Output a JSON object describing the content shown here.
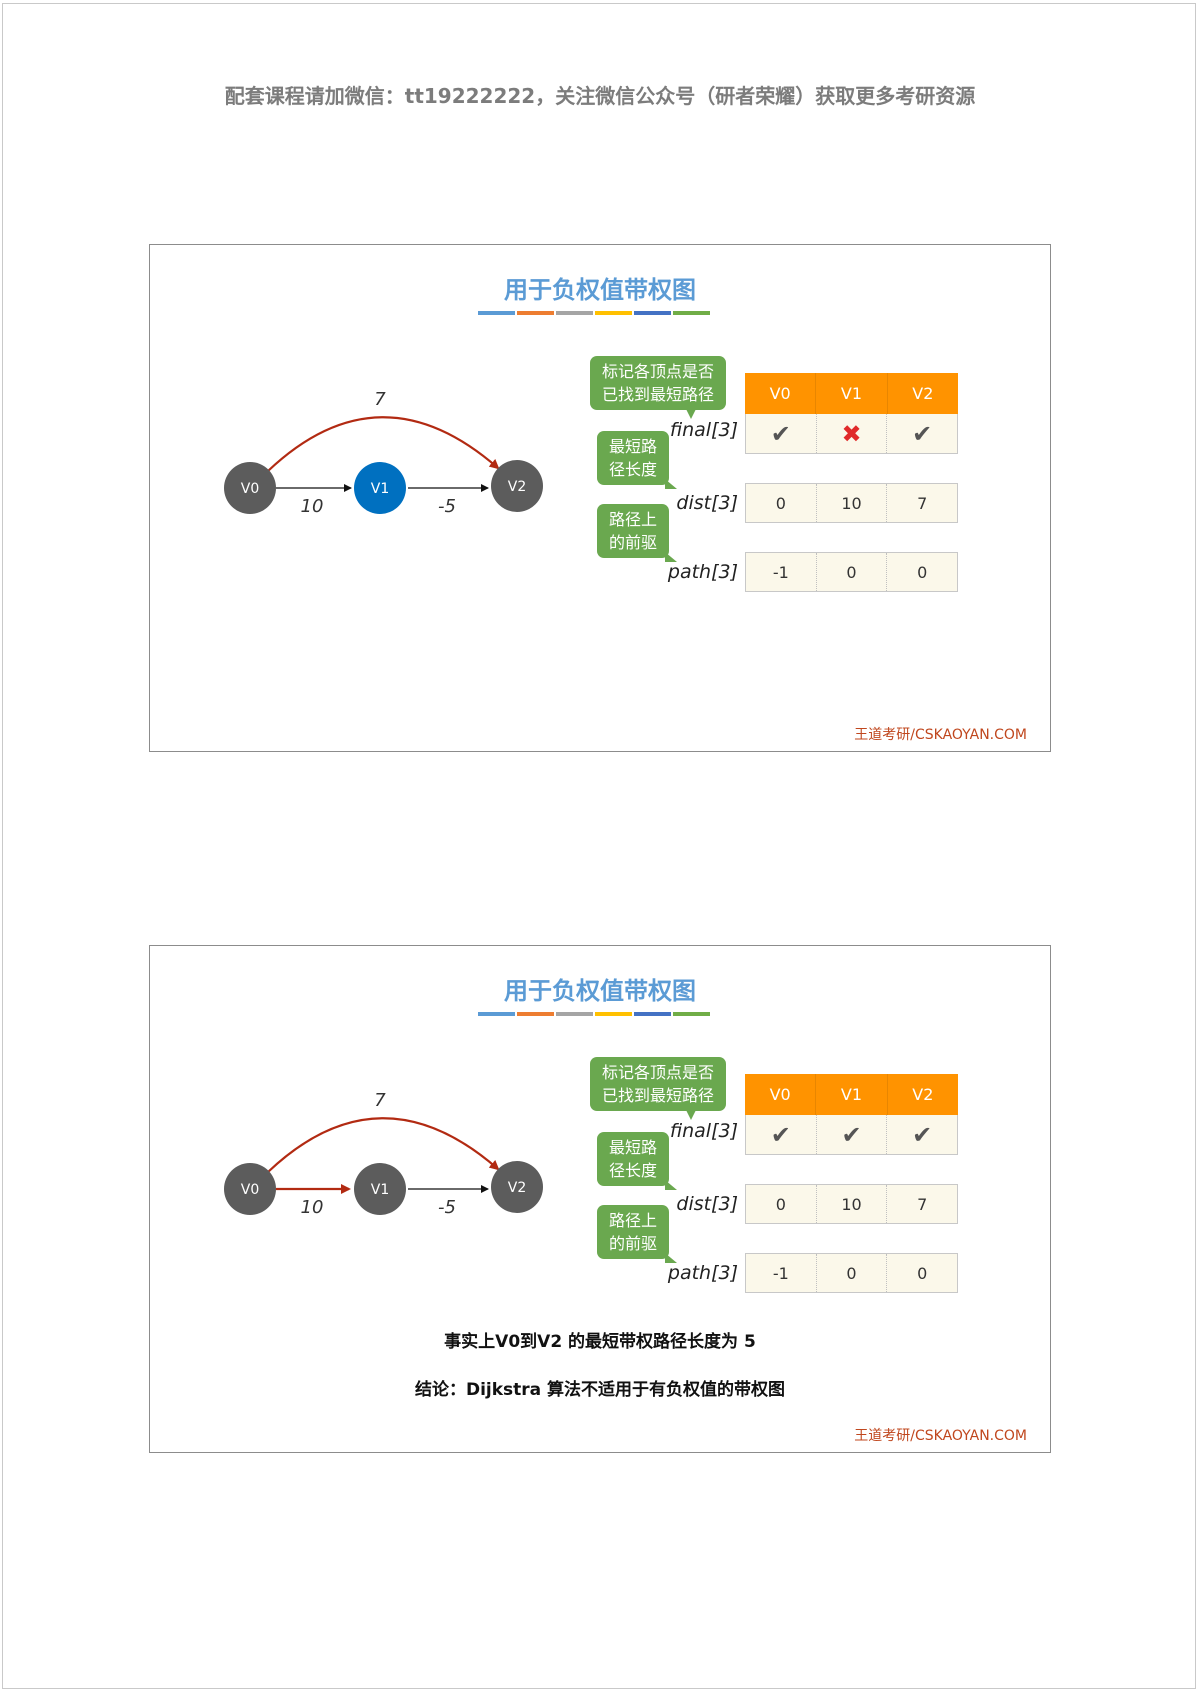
{
  "header": "配套课程请加微信：tt19222222，关注微信公众号（研者荣耀）获取更多考研资源",
  "colors": {
    "title": "#5b9bd5",
    "node_gray": "#5c5c5c",
    "node_blue": "#0070c0",
    "edge_red": "#b22a12",
    "bubble_green": "#6aa84f",
    "table_head": "#ff9300",
    "footer": "#c0471e",
    "title_bars": [
      "#5b9bd5",
      "#ed7d31",
      "#a5a5a5",
      "#ffc000",
      "#4472c4",
      "#70ad47"
    ]
  },
  "slides": [
    {
      "title": "用于负权值带权图",
      "graph": {
        "nodes": [
          "V0",
          "V1",
          "V2"
        ],
        "edges": [
          "7",
          "10",
          "-5"
        ]
      },
      "bubbles": [
        "标记各顶点是否已找到最短路径",
        "最短路径长度",
        "路径上的前驱"
      ],
      "table": {
        "headers": [
          "V0",
          "V1",
          "V2"
        ],
        "rows": [
          {
            "label": "final[3]",
            "values": [
              "✔",
              "✖",
              "✔"
            ]
          },
          {
            "label": "dist[3]",
            "values": [
              "0",
              "10",
              "7"
            ]
          },
          {
            "label": "path[3]",
            "values": [
              "-1",
              "0",
              "0"
            ]
          }
        ]
      },
      "footer": "王道考研/CSKAOYAN.COM"
    },
    {
      "title": "用于负权值带权图",
      "graph": {
        "nodes": [
          "V0",
          "V1",
          "V2"
        ],
        "edges": [
          "7",
          "10",
          "-5"
        ]
      },
      "bubbles": [
        "标记各顶点是否已找到最短路径",
        "最短路径长度",
        "路径上的前驱"
      ],
      "table": {
        "headers": [
          "V0",
          "V1",
          "V2"
        ],
        "rows": [
          {
            "label": "final[3]",
            "values": [
              "✔",
              "✔",
              "✔"
            ]
          },
          {
            "label": "dist[3]",
            "values": [
              "0",
              "10",
              "7"
            ]
          },
          {
            "label": "path[3]",
            "values": [
              "-1",
              "0",
              "0"
            ]
          }
        ]
      },
      "notes": [
        "事实上V0到V2 的最短带权路径长度为 5",
        "结论：Dijkstra 算法不适用于有负权值的带权图"
      ],
      "footer": "王道考研/CSKAOYAN.COM"
    }
  ]
}
